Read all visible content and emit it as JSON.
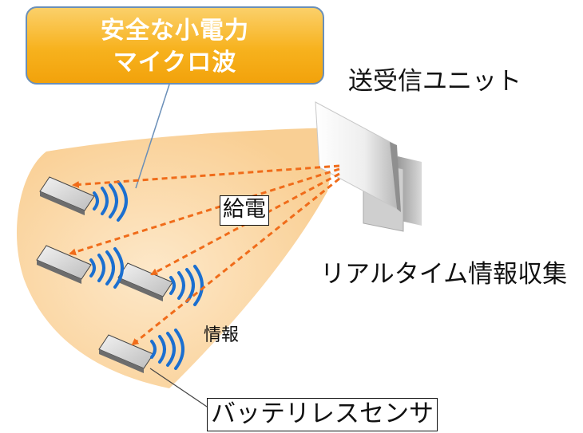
{
  "callout": {
    "line1": "安全な小電力",
    "line2": "マイクロ波"
  },
  "labels": {
    "transceiver_unit": "送受信ユニット",
    "realtime_info": "リアルタイム情報収集",
    "power_feed": "給電",
    "information": "情報",
    "batteryless_sensor": "バッテリレスセンサ"
  },
  "colors": {
    "beam": "#fbd7a6",
    "arrow": "#f06c1a",
    "wave": "#1b6fd0",
    "callout_fill": "#f7b21e",
    "callout_border": "#6a8fb8"
  }
}
